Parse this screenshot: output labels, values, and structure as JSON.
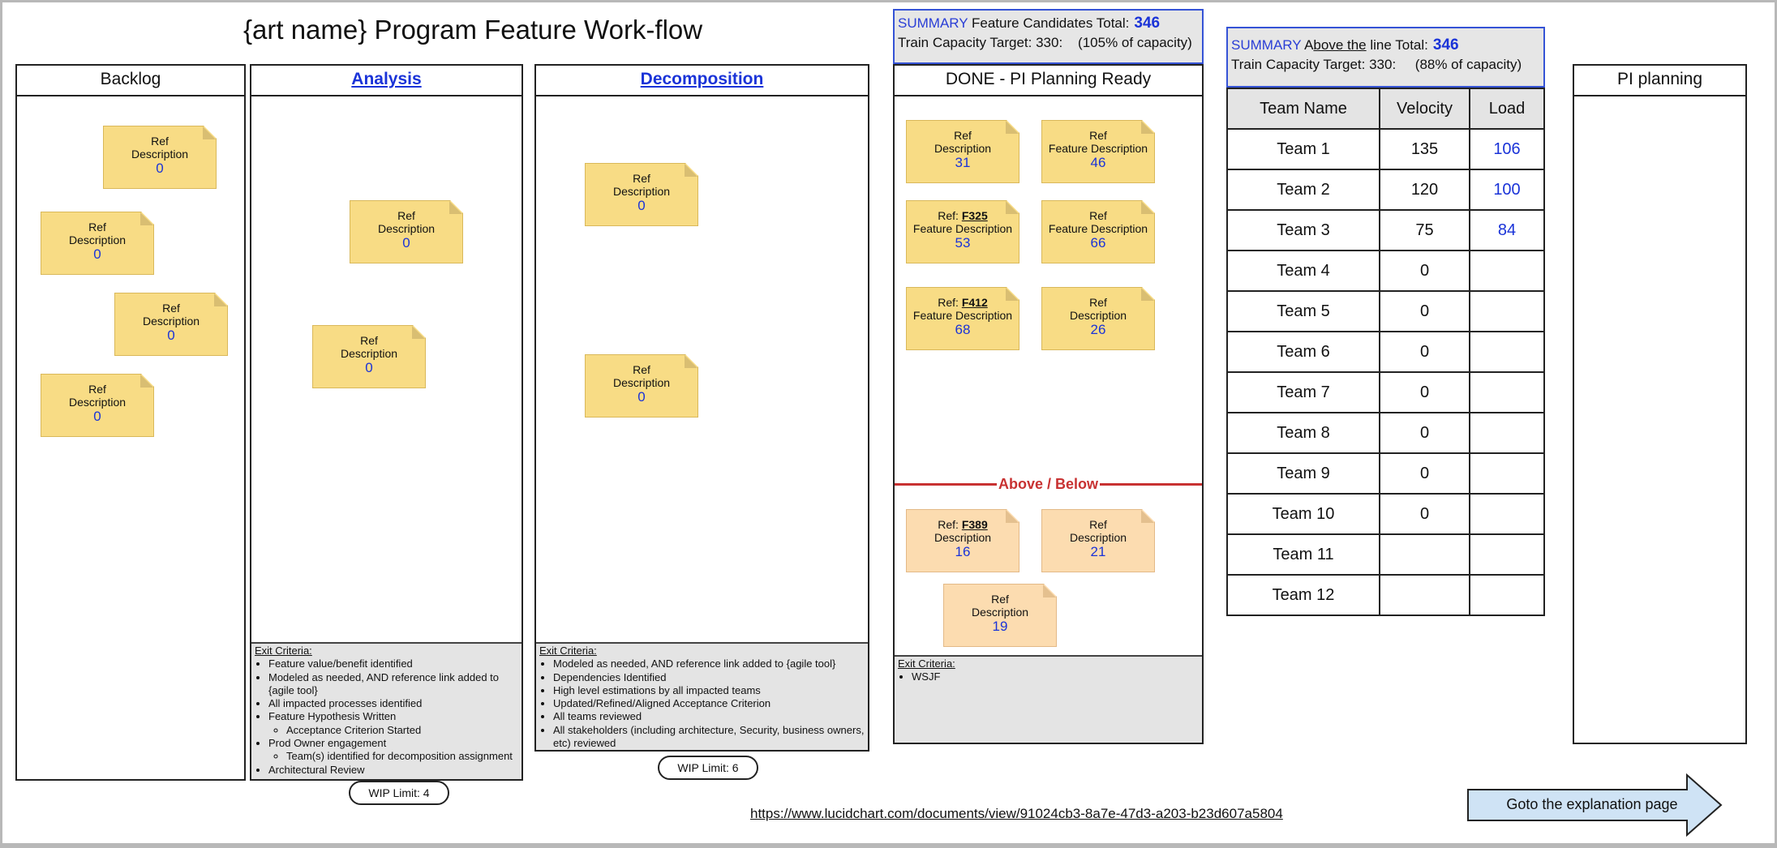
{
  "title": "{art name} Program Feature Work-flow",
  "columns": {
    "backlog": "Backlog",
    "analysis": "Analysis",
    "decomposition": "Decomposition",
    "done": "DONE - PI Planning Ready",
    "pi_planning": "PI planning"
  },
  "backlog_notes": [
    {
      "line1": "Ref",
      "line2": "Description",
      "value": "0"
    },
    {
      "line1": "Ref",
      "line2": "Description",
      "value": "0"
    },
    {
      "line1": "Ref",
      "line2": "Description",
      "value": "0"
    },
    {
      "line1": "Ref",
      "line2": "Description",
      "value": "0"
    }
  ],
  "analysis_notes": [
    {
      "line1": "Ref",
      "line2": "Description",
      "value": "0"
    },
    {
      "line1": "Ref",
      "line2": "Description",
      "value": "0"
    }
  ],
  "decomposition_notes": [
    {
      "line1": "Ref",
      "line2": "Description",
      "value": "0"
    },
    {
      "line1": "Ref",
      "line2": "Description",
      "value": "0"
    }
  ],
  "done_notes": [
    {
      "line1": "Ref",
      "line2": "Description",
      "value": "31"
    },
    {
      "line1": "Ref",
      "line2": "Feature Description",
      "value": "46"
    },
    {
      "line1_prefix": "Ref: ",
      "feature_id": "F325",
      "line2": "Feature Description",
      "value": "53"
    },
    {
      "line1": "Ref",
      "line2": "Feature Description",
      "value": "66"
    },
    {
      "line1_prefix": "Ref: ",
      "feature_id": "F412",
      "line2": "Feature Description",
      "value": "68"
    },
    {
      "line1": "Ref",
      "line2": "Description",
      "value": "26"
    }
  ],
  "below_notes": [
    {
      "line1_prefix": "Ref: ",
      "feature_id": "F389",
      "line2": "Description",
      "value": "16"
    },
    {
      "line1": "Ref",
      "line2": "Description",
      "value": "21"
    },
    {
      "line1": "Ref",
      "line2": "Description",
      "value": "19"
    }
  ],
  "divider_label": "Above / Below",
  "exit_criteria_title": "Exit Criteria:",
  "analysis_exit": {
    "items": [
      "Feature value/benefit identified",
      "Modeled as needed, AND reference link added to {agile tool}",
      "All impacted processes identified",
      "Feature Hypothesis Written",
      "Prod Owner engagement",
      "Architectural Review"
    ],
    "sub_hypothesis": "Acceptance Criterion Started",
    "sub_owner": "Team(s) identified for decomposition assignment"
  },
  "decomposition_exit": {
    "items": [
      "Modeled as needed, AND reference link added to {agile tool}",
      "Dependencies Identified",
      "High level estimations by all impacted teams",
      "Updated/Refined/Aligned Acceptance Criterion",
      "All teams reviewed",
      "All stakeholders (including architecture, Security, business owners, etc) reviewed"
    ]
  },
  "done_exit": {
    "items": [
      "WSJF"
    ]
  },
  "wip": {
    "analysis": "WIP Limit: 4",
    "decomposition": "WIP Limit: 6"
  },
  "summary1": {
    "label": "SUMMARY",
    "text": " Feature Candidates Total:",
    "total": "346",
    "line2": "Train Capacity Target: 330:    (105% of capacity)"
  },
  "summary2": {
    "label": "SUMMARY",
    "text_a": " A",
    "text_b": "bove the",
    "text_c": " line Total:",
    "total": "346",
    "line2": "Train Capacity Target: 330:     (88% of capacity)"
  },
  "team_table": {
    "headers": [
      "Team Name",
      "Velocity",
      "Load"
    ],
    "rows": [
      [
        "Team 1",
        "135",
        "106"
      ],
      [
        "Team 2",
        "120",
        "100"
      ],
      [
        "Team 3",
        "75",
        "84"
      ],
      [
        "Team 4",
        "0",
        ""
      ],
      [
        "Team 5",
        "0",
        ""
      ],
      [
        "Team 6",
        "0",
        ""
      ],
      [
        "Team 7",
        "0",
        ""
      ],
      [
        "Team 8",
        "0",
        ""
      ],
      [
        "Team 9",
        "0",
        ""
      ],
      [
        "Team 10",
        "0",
        ""
      ],
      [
        "Team 11",
        "",
        ""
      ],
      [
        "Team 12",
        "",
        ""
      ]
    ]
  },
  "url": "https://www.lucidchart.com/documents/view/91024cb3-8a7e-47d3-a203-b23d607a5804",
  "goto_label": "Goto the explanation page",
  "colors": {
    "accent": "#1a33d8",
    "note": "#f8dc85",
    "note_below": "#fcdcb0",
    "divider": "#c83232",
    "arrow": "#cfe3f5"
  }
}
